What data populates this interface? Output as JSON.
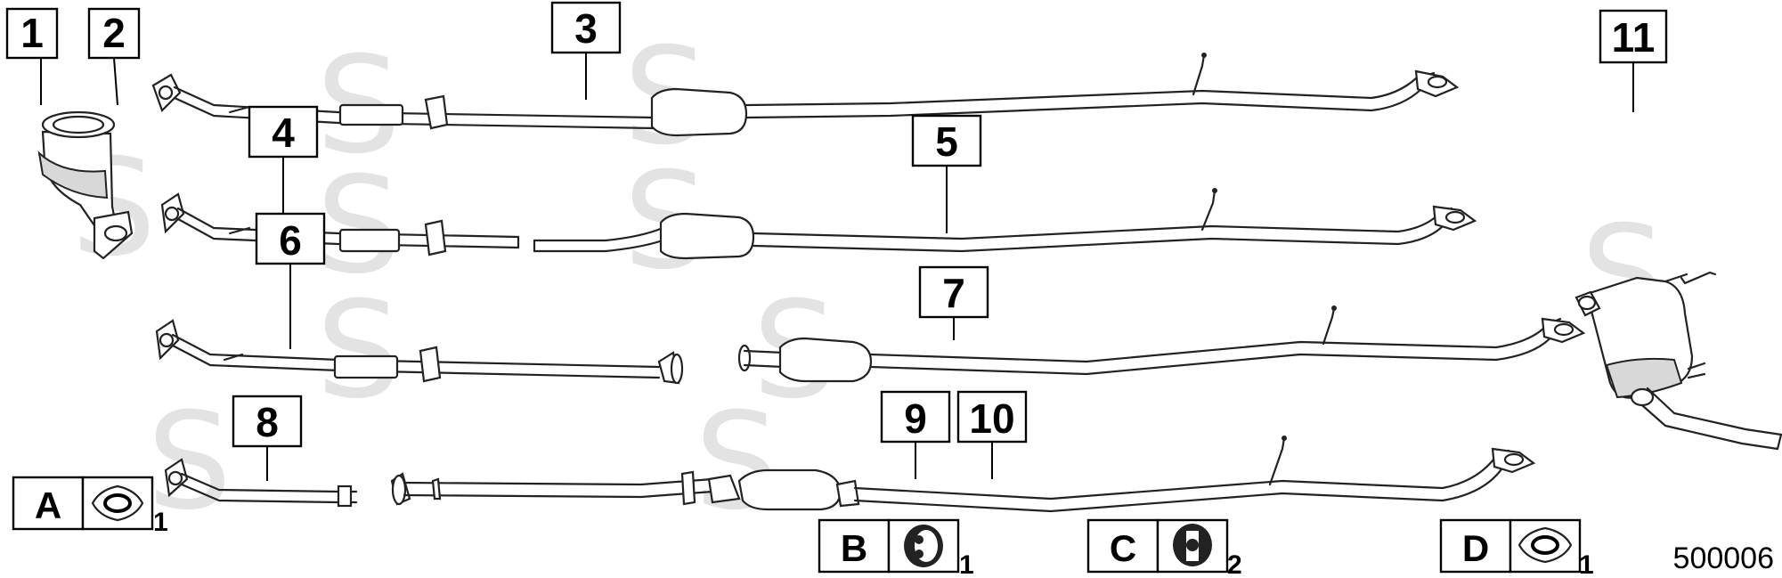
{
  "callouts": {
    "c1": "1",
    "c2": "2",
    "c3": "3",
    "c4": "4",
    "c5": "5",
    "c6": "6",
    "c7": "7",
    "c8": "8",
    "c9": "9",
    "c10": "10",
    "c11": "11"
  },
  "legend": {
    "a_letter": "A",
    "a_qty": "1",
    "b_letter": "B",
    "b_qty": "1",
    "c_letter": "C",
    "c_qty": "2",
    "d_letter": "D",
    "d_qty": "1"
  },
  "diagram_number": "500006",
  "watermark_letter": "S"
}
